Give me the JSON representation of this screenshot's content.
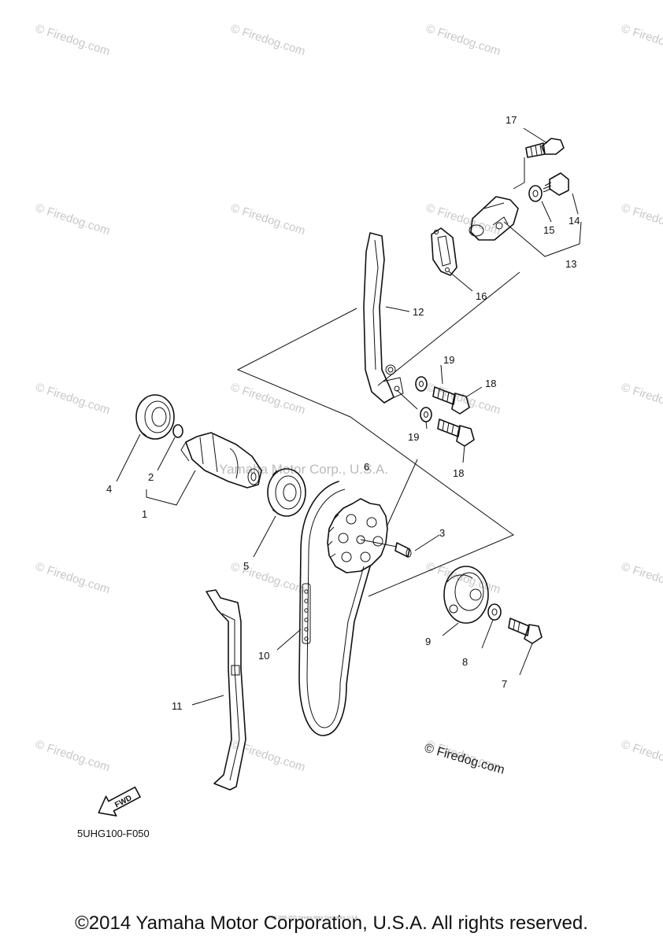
{
  "watermark_text": "Firedog.com",
  "watermark_symbol": "©",
  "center_watermark": "Yamaha Motor Corp., U.S.A.",
  "big_watermark": "© Firedog.com",
  "diagram_code": "5UHG100-F050",
  "fwd_label": "FWD",
  "footer": "©2014 Yamaha Motor Corporation, U.S.A. All rights reserved.",
  "tiny_note": "(c) 2005-2015 Yamaha Motor Corporation, U.S.A.",
  "callouts": [
    "1",
    "2",
    "3",
    "4",
    "5",
    "6",
    "7",
    "8",
    "9",
    "10",
    "11",
    "12",
    "13",
    "14",
    "15",
    "16",
    "17",
    "18",
    "18",
    "19",
    "19"
  ]
}
